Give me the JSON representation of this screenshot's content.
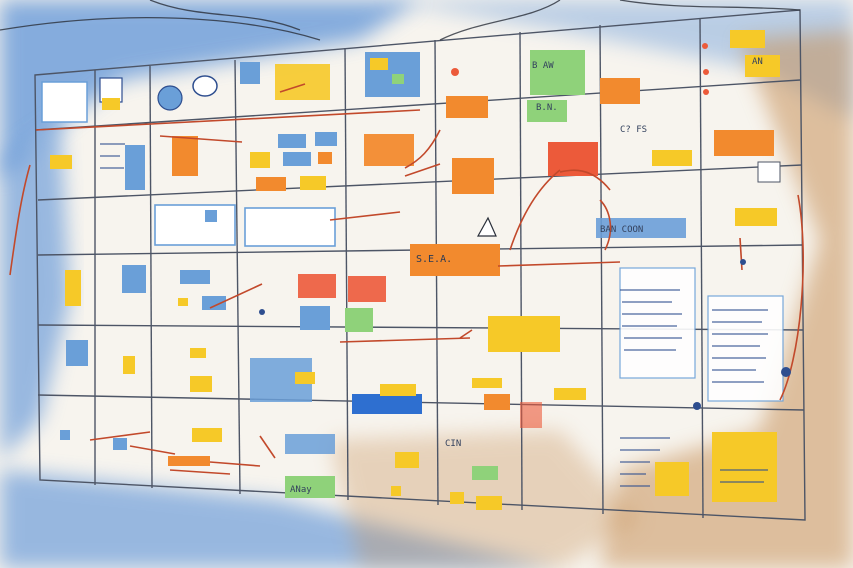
{
  "scene": {
    "description_type": "watercolor sketch of a wall board",
    "palette": {
      "sticky_yellow": "#f6c928",
      "sticky_orange": "#f28a2e",
      "sticky_red": "#ec5a3a",
      "sticky_blue": "#6a9fd8",
      "sticky_green": "#8fd27a",
      "line_red": "#c2492b",
      "ink_blue": "#2e4e8f",
      "wash_blue": "#4a86d4",
      "wash_brown": "#c8935c",
      "grid_ink": "#4d5566"
    }
  },
  "board": {
    "labels": {
      "top_note_a": "B AW",
      "top_note_b": "B.N.",
      "center_banner": "S.E.A.",
      "right_note_a": "C? FS",
      "right_note_b": "AN",
      "lower_note_a": "CIN",
      "lower_note_b": "ANay",
      "banner_blue": "BAN COON"
    }
  }
}
